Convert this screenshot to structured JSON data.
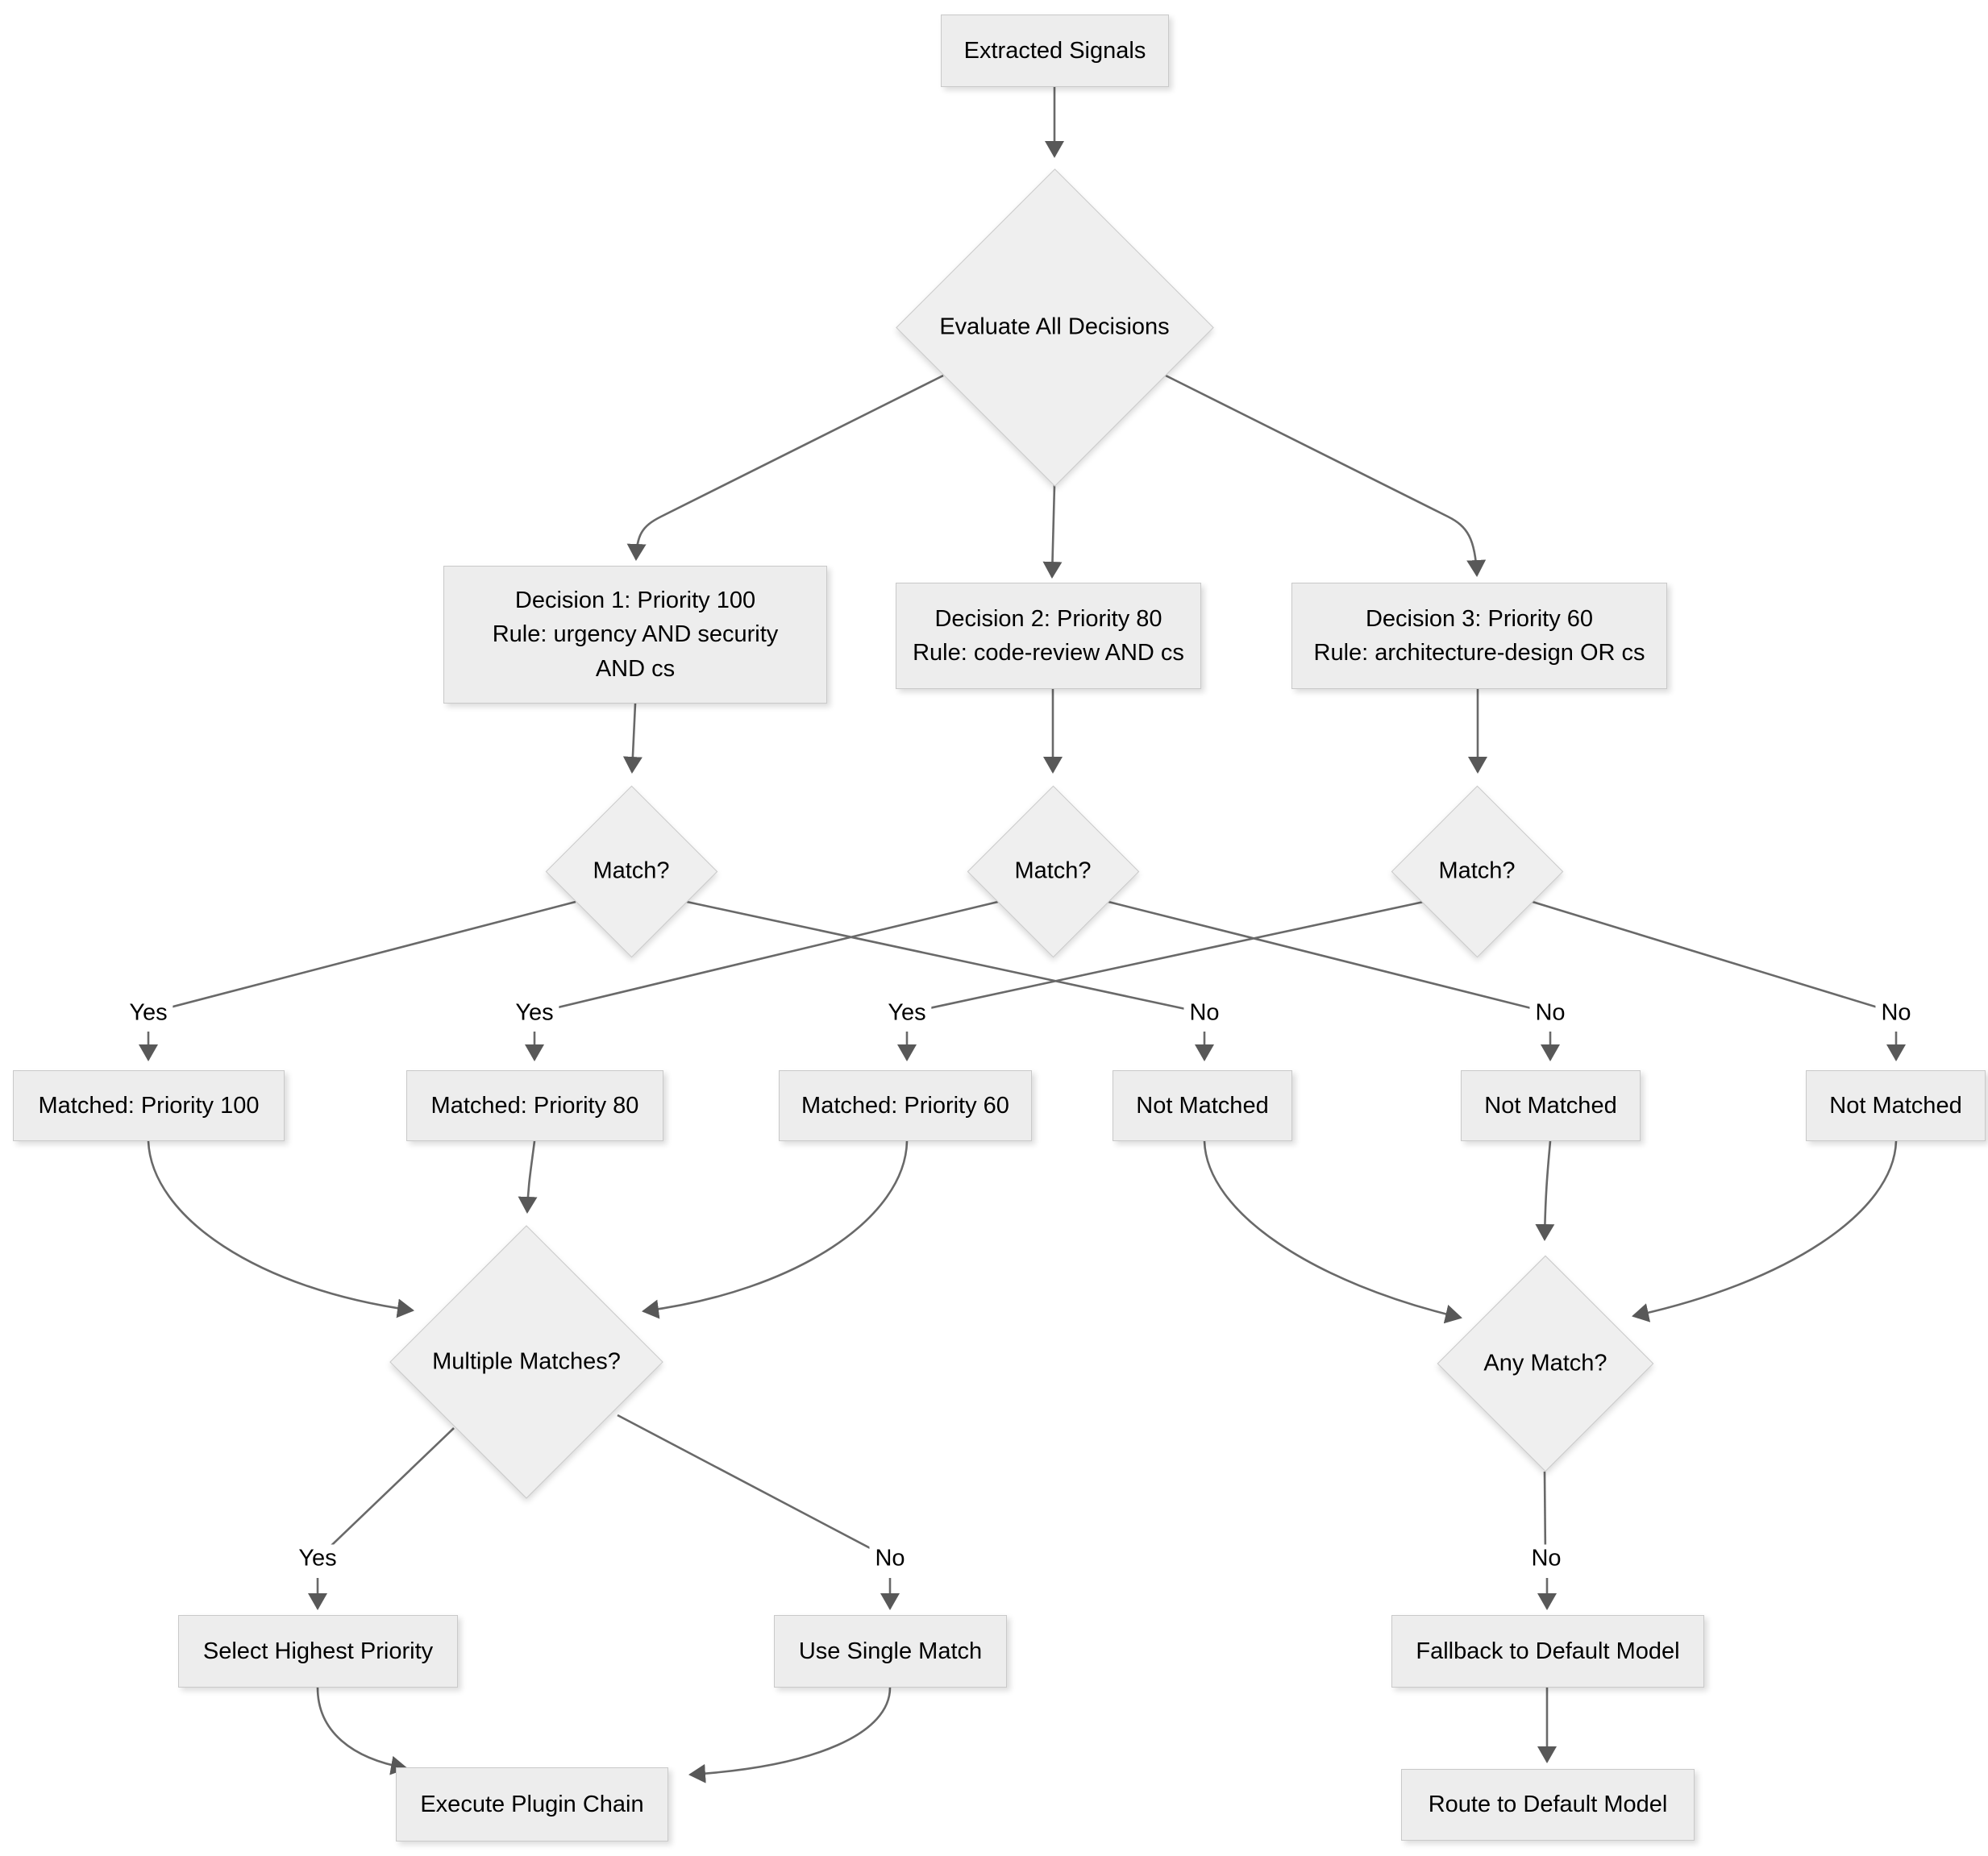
{
  "diagram": {
    "nodes": {
      "extracted_signals": "Extracted Signals",
      "evaluate_all_decisions": "Evaluate All Decisions",
      "decision1_line1": "Decision 1: Priority 100",
      "decision1_line2": "Rule: urgency AND security",
      "decision1_line3": "AND cs",
      "decision2_line1": "Decision 2: Priority 80",
      "decision2_line2": "Rule: code-review AND cs",
      "decision3_line1": "Decision 3: Priority 60",
      "decision3_line2": "Rule: architecture-design OR cs",
      "match1": "Match?",
      "match2": "Match?",
      "match3": "Match?",
      "matched_100": "Matched: Priority 100",
      "matched_80": "Matched: Priority 80",
      "matched_60": "Matched: Priority 60",
      "not_matched_1": "Not Matched",
      "not_matched_2": "Not Matched",
      "not_matched_3": "Not Matched",
      "multiple_matches": "Multiple Matches?",
      "any_match": "Any Match?",
      "select_highest_priority": "Select Highest Priority",
      "use_single_match": "Use Single Match",
      "fallback_default": "Fallback to Default Model",
      "execute_plugin_chain": "Execute Plugin Chain",
      "route_default": "Route to Default Model"
    },
    "edge_labels": {
      "yes1": "Yes",
      "yes2": "Yes",
      "yes3": "Yes",
      "no1": "No",
      "no2": "No",
      "no3": "No",
      "multi_yes": "Yes",
      "multi_no": "No",
      "any_no": "No"
    },
    "colors": {
      "node_fill": "#ededed",
      "node_border": "#c9c9c9",
      "edge": "#696969",
      "arrowhead": "#585858",
      "text": "#000000",
      "background": "#ffffff"
    }
  }
}
